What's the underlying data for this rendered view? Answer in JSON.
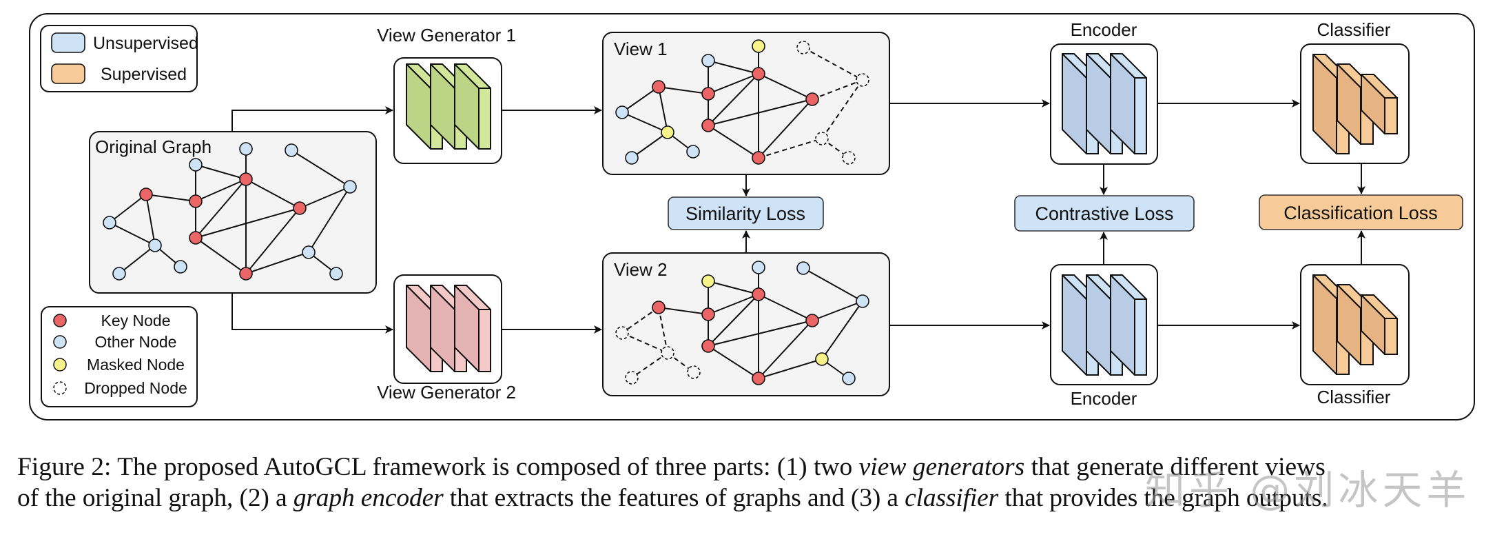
{
  "figure": {
    "legend_top": {
      "items": [
        {
          "label": "Unsupervised",
          "color": "#cfe3f7"
        },
        {
          "label": "Supervised",
          "color": "#f6cb97"
        }
      ]
    },
    "legend_bottom": {
      "items": [
        {
          "label": "Key Node",
          "kind": "key",
          "color": "#ec6566"
        },
        {
          "label": "Other Node",
          "kind": "other",
          "color": "#cfe3f7"
        },
        {
          "label": "Masked Node",
          "kind": "masked",
          "color": "#f8f48a"
        },
        {
          "label": "Dropped Node",
          "kind": "dropped",
          "color": "#ffffff"
        }
      ]
    },
    "colors": {
      "key": "#ec6566",
      "other": "#cfe3f7",
      "masked": "#f8f48a",
      "panel_bg": "#f4f4f4",
      "unsupervised_loss": "#cfe3f7",
      "supervised_loss": "#f6cb97",
      "view_gen_1": {
        "front": "#d3e79a",
        "side": "#bcd485"
      },
      "view_gen_2": {
        "front": "#f6c9c9",
        "side": "#e5b3b3"
      },
      "encoder": {
        "front": "#cfe3f7",
        "side": "#b8cde5"
      },
      "classifier": {
        "front": "#f6cb97",
        "side": "#e6b383"
      }
    },
    "original_graph": {
      "title": "Original Graph",
      "nodes": [
        {
          "id": "A",
          "type": "other"
        },
        {
          "id": "B",
          "type": "other"
        },
        {
          "id": "C",
          "type": "other"
        },
        {
          "id": "D",
          "type": "key"
        },
        {
          "id": "E",
          "type": "key"
        },
        {
          "id": "F",
          "type": "key"
        },
        {
          "id": "G",
          "type": "other"
        },
        {
          "id": "H",
          "type": "key"
        },
        {
          "id": "I",
          "type": "other"
        },
        {
          "id": "J",
          "type": "key"
        },
        {
          "id": "K",
          "type": "other"
        },
        {
          "id": "L",
          "type": "other"
        },
        {
          "id": "M",
          "type": "other"
        },
        {
          "id": "N",
          "type": "other"
        },
        {
          "id": "O",
          "type": "key"
        },
        {
          "id": "P",
          "type": "other"
        }
      ],
      "edges": [
        [
          "E",
          "I"
        ],
        [
          "E",
          "K"
        ],
        [
          "I",
          "K"
        ],
        [
          "K",
          "N"
        ],
        [
          "K",
          "M"
        ],
        [
          "E",
          "F"
        ],
        [
          "C",
          "F"
        ],
        [
          "C",
          "D"
        ],
        [
          "A",
          "D"
        ],
        [
          "D",
          "F"
        ],
        [
          "D",
          "J"
        ],
        [
          "D",
          "H"
        ],
        [
          "D",
          "O"
        ],
        [
          "F",
          "J"
        ],
        [
          "J",
          "H"
        ],
        [
          "J",
          "O"
        ],
        [
          "H",
          "G"
        ],
        [
          "H",
          "O"
        ],
        [
          "B",
          "G"
        ],
        [
          "G",
          "L"
        ],
        [
          "O",
          "L"
        ],
        [
          "L",
          "P"
        ]
      ]
    },
    "view_generator_1": {
      "label": "View Generator 1"
    },
    "view_generator_2": {
      "label": "View Generator 2"
    },
    "view_1": {
      "title": "View 1",
      "node_types": {
        "A": "masked",
        "B": "dropped",
        "C": "other",
        "D": "key",
        "E": "key",
        "F": "key",
        "G": "dropped",
        "H": "key",
        "I": "other",
        "J": "key",
        "K": "masked",
        "L": "dropped",
        "M": "other",
        "N": "other",
        "O": "key",
        "P": "dropped"
      }
    },
    "view_2": {
      "title": "View 2",
      "node_types": {
        "A": "other",
        "B": "other",
        "C": "masked",
        "D": "key",
        "E": "key",
        "F": "key",
        "G": "other",
        "H": "key",
        "I": "dropped",
        "J": "key",
        "K": "dropped",
        "L": "masked",
        "M": "dropped",
        "N": "dropped",
        "O": "key",
        "P": "other"
      }
    },
    "similarity_loss": {
      "label": "Similarity Loss"
    },
    "contrastive_loss": {
      "label": "Contrastive Loss"
    },
    "classification_loss": {
      "label": "Classification Loss"
    },
    "encoder_top": {
      "label": "Encoder"
    },
    "encoder_bottom": {
      "label": "Encoder"
    },
    "classifier_top": {
      "label": "Classifier"
    },
    "classifier_bottom": {
      "label": "Classifier"
    }
  },
  "caption": {
    "line1": [
      {
        "text": "Figure 2: The proposed AutoGCL framework is composed of three parts: (1) two ",
        "italic": false
      },
      {
        "text": "view generators",
        "italic": true
      },
      {
        "text": " that generate different views",
        "italic": false
      }
    ],
    "line2": [
      {
        "text": "of the original graph, (2) a ",
        "italic": false
      },
      {
        "text": "graph encoder",
        "italic": true
      },
      {
        "text": " that extracts the features of graphs and (3) a ",
        "italic": false
      },
      {
        "text": "classifier",
        "italic": true
      },
      {
        "text": " that provides the graph outputs.",
        "italic": false
      }
    ]
  },
  "watermark": "知乎 @刘冰天羊"
}
